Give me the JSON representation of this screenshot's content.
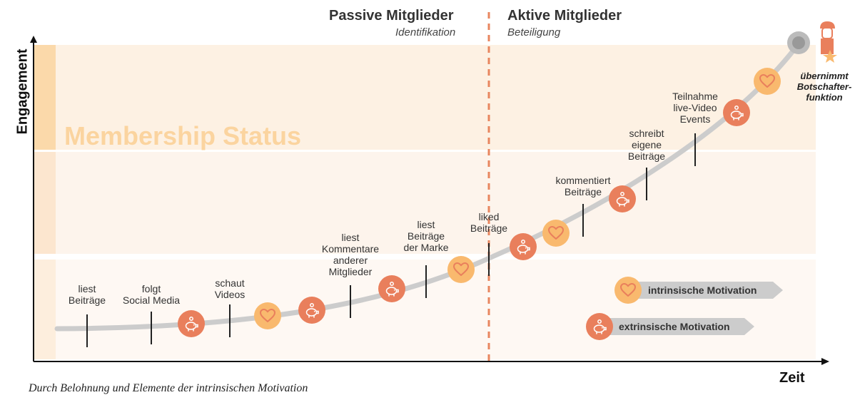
{
  "watermark": "Membership Status",
  "y_axis_label": "Engagement",
  "x_axis_label": "Zeit",
  "passive": {
    "title": "Passive Mitglieder",
    "subtitle": "Identifikation"
  },
  "active": {
    "title": "Aktive Mitglieder",
    "subtitle": "Beteiligung"
  },
  "steps": [
    "liest\nBeiträge",
    "folgt\nSocial Media",
    "schaut\nVideos",
    "liest\nKommentare\nanderer\nMitglieder",
    "liest\nBeiträge\nder Marke",
    "liked\nBeiträge",
    "kommentiert\nBeiträge",
    "schreibt\neigene\nBeiträge",
    "Teilnahme\nlive-Video\nEvents"
  ],
  "ambassador_label": "übernimmt\nBotschafter-\nfunktion",
  "legend": {
    "intrinsic": "intrinsische Motivation",
    "extrinsic": "extrinsische Motivation"
  },
  "caption": "Durch Belohnung und Elemente der intrinsischen Motivation",
  "colors": {
    "intrinsic": "#f9b96e",
    "extrinsic": "#e97f5c",
    "curve": "#cccccc",
    "divider": "#e8865f",
    "band": "#fdf1e3"
  },
  "icons": {
    "intrinsic": "heart-icon",
    "extrinsic": "piggy-bank-icon"
  },
  "badges": [
    "extrinsic",
    "intrinsic",
    "extrinsic",
    "extrinsic",
    "intrinsic",
    "extrinsic",
    "intrinsic",
    "extrinsic",
    "extrinsic",
    "intrinsic"
  ]
}
